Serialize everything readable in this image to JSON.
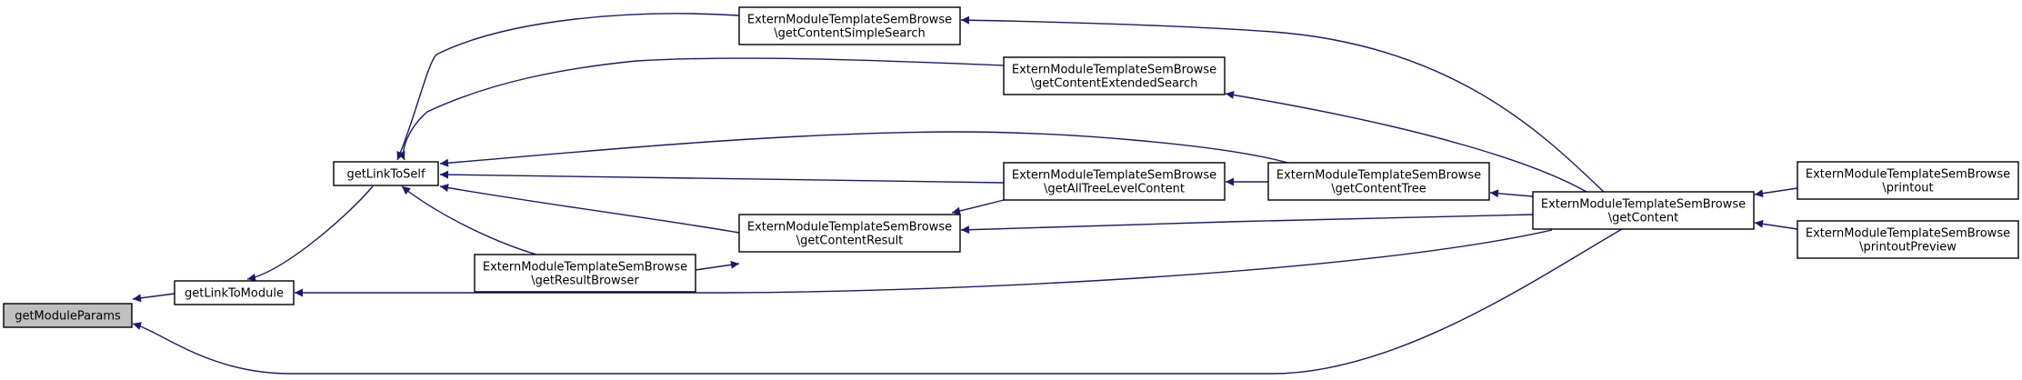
{
  "colors": {
    "edge": "#191970",
    "node_border": "#000000",
    "node_fill": "#ffffff",
    "root_fill": "#bfbfbf"
  },
  "nodes": {
    "getModuleParams": {
      "lines": [
        "getModuleParams"
      ],
      "highlighted": true
    },
    "getLinkToModule": {
      "lines": [
        "getLinkToModule"
      ]
    },
    "getLinkToSelf": {
      "lines": [
        "getLinkToSelf"
      ]
    },
    "simpleSearch": {
      "lines": [
        "ExternModuleTemplateSemBrowse",
        "\\getContentSimpleSearch"
      ]
    },
    "extendedSearch": {
      "lines": [
        "ExternModuleTemplateSemBrowse",
        "\\getContentExtendedSearch"
      ]
    },
    "allTreeLevel": {
      "lines": [
        "ExternModuleTemplateSemBrowse",
        "\\getAllTreeLevelContent"
      ]
    },
    "contentResult": {
      "lines": [
        "ExternModuleTemplateSemBrowse",
        "\\getContentResult"
      ]
    },
    "resultBrowser": {
      "lines": [
        "ExternModuleTemplateSemBrowse",
        "\\getResultBrowser"
      ]
    },
    "contentTree": {
      "lines": [
        "ExternModuleTemplateSemBrowse",
        "\\getContentTree"
      ]
    },
    "getContent": {
      "lines": [
        "ExternModuleTemplateSemBrowse",
        "\\getContent"
      ]
    },
    "printout": {
      "lines": [
        "ExternModuleTemplateSemBrowse",
        "\\printout"
      ]
    },
    "printoutPreview": {
      "lines": [
        "ExternModuleTemplateSemBrowse",
        "\\printoutPreview"
      ]
    }
  },
  "edges": [
    {
      "from": "getLinkToModule",
      "to": "getModuleParams"
    },
    {
      "from": "getContent",
      "to": "getModuleParams"
    },
    {
      "from": "getLinkToSelf",
      "to": "getLinkToModule"
    },
    {
      "from": "getContent",
      "to": "getLinkToModule"
    },
    {
      "from": "simpleSearch",
      "to": "getLinkToSelf"
    },
    {
      "from": "extendedSearch",
      "to": "getLinkToSelf"
    },
    {
      "from": "contentTree",
      "to": "getLinkToSelf"
    },
    {
      "from": "allTreeLevel",
      "to": "getLinkToSelf"
    },
    {
      "from": "contentResult",
      "to": "getLinkToSelf"
    },
    {
      "from": "resultBrowser",
      "to": "getLinkToSelf"
    },
    {
      "from": "resultBrowser",
      "to": "contentResult"
    },
    {
      "from": "allTreeLevel",
      "to": "contentResult"
    },
    {
      "from": "getContent",
      "to": "contentResult"
    },
    {
      "from": "contentTree",
      "to": "allTreeLevel"
    },
    {
      "from": "getContent",
      "to": "contentTree"
    },
    {
      "from": "getContent",
      "to": "simpleSearch"
    },
    {
      "from": "getContent",
      "to": "extendedSearch"
    },
    {
      "from": "printout",
      "to": "getContent"
    },
    {
      "from": "printoutPreview",
      "to": "getContent"
    }
  ]
}
